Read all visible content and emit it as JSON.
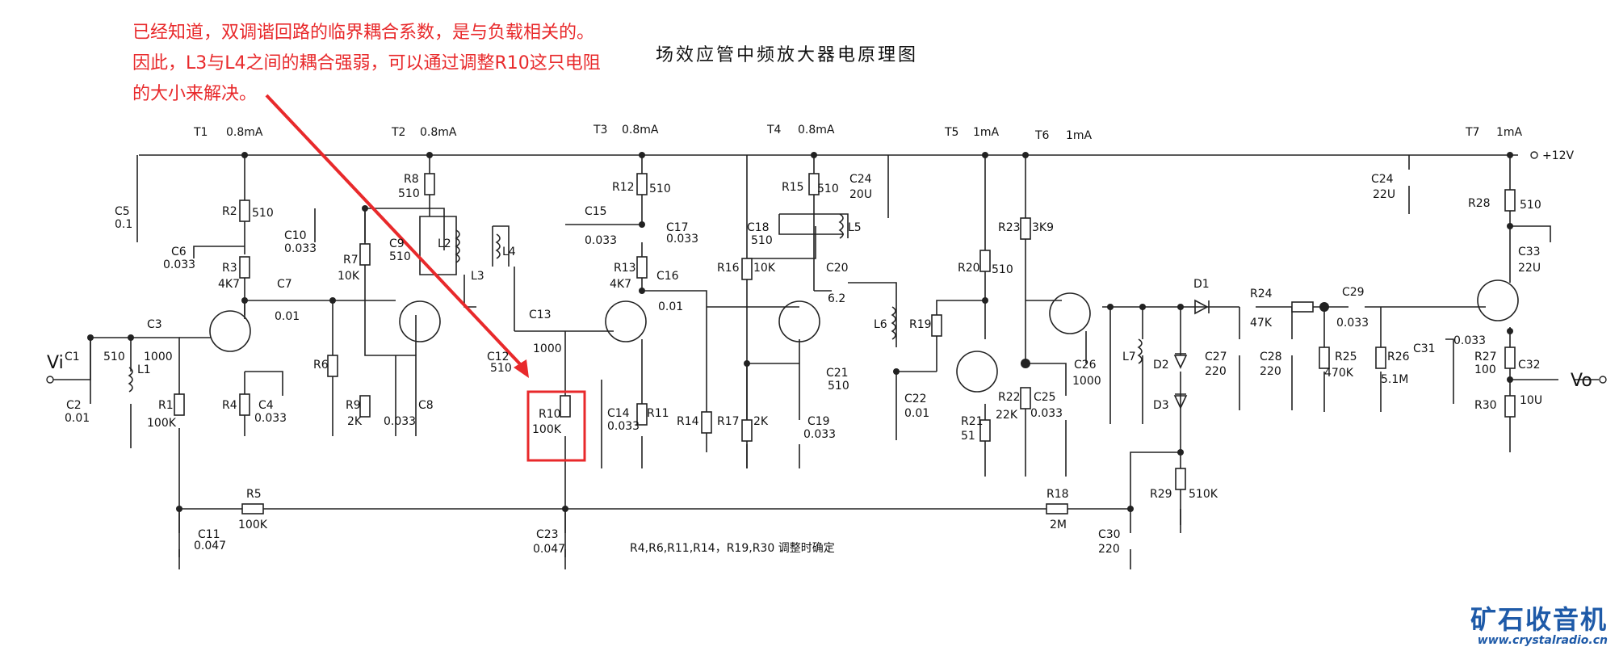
{
  "note": {
    "line1": "已经知道，双调谐回路的临界耦合系数，是与负载相关的。",
    "line2": "因此，L3与L4之间的耦合强弱，可以通过调整R10这只电阻",
    "line3": "的大小来解决。"
  },
  "title": "场效应管中频放大器电原理图",
  "adjust_note": "R4,R6,R11,R14，R19,R30 调整时确定",
  "brand": "矿石收音机",
  "website": "www.crystalradio.cn",
  "transistors": [
    {
      "name": "T1",
      "current": "0.8mA"
    },
    {
      "name": "T2",
      "current": "0.8mA"
    },
    {
      "name": "T3",
      "current": "0.8mA"
    },
    {
      "name": "T4",
      "current": "0.8mA"
    },
    {
      "name": "T5",
      "current": "1mA"
    },
    {
      "name": "T6",
      "current": "1mA"
    },
    {
      "name": "T7",
      "current": "1mA"
    }
  ],
  "supply": "+12V",
  "input_label": "Vi",
  "output_label": "Vo",
  "highlight": {
    "name": "R10",
    "value": "100K",
    "color": "#e8292b"
  },
  "components": {
    "C1": {
      "name": "C1",
      "value": "510"
    },
    "C2": {
      "name": "C2",
      "value": "0.01"
    },
    "L1": {
      "name": "L1",
      "value": ""
    },
    "C3": {
      "name": "C3",
      "value": "1000"
    },
    "R1": {
      "name": "R1",
      "value": "100K"
    },
    "C5": {
      "name": "C5",
      "value": "0.1"
    },
    "R2": {
      "name": "R2",
      "value": "510"
    },
    "C6": {
      "name": "C6",
      "value": "0.033"
    },
    "R3": {
      "name": "R3",
      "value": "4K7"
    },
    "C7": {
      "name": "C7",
      "value": "0.01"
    },
    "R4": {
      "name": "R4",
      "value": ""
    },
    "C4": {
      "name": "C4",
      "value": "0.033"
    },
    "C10": {
      "name": "C10",
      "value": "0.033"
    },
    "R7": {
      "name": "R7",
      "value": "10K"
    },
    "R6": {
      "name": "R6",
      "value": ""
    },
    "R9": {
      "name": "R9",
      "value": "2K"
    },
    "C8": {
      "name": "C8",
      "value": "0.033"
    },
    "R8": {
      "name": "R8",
      "value": "510"
    },
    "C9": {
      "name": "C9",
      "value": "510"
    },
    "L2": {
      "name": "L2",
      "value": ""
    },
    "L3": {
      "name": "L3",
      "value": ""
    },
    "L4": {
      "name": "L4",
      "value": ""
    },
    "C12": {
      "name": "C12",
      "value": "510"
    },
    "C13": {
      "name": "C13",
      "value": "1000"
    },
    "R10": {
      "name": "R10",
      "value": "100K"
    },
    "C15": {
      "name": "C15",
      "value": "0.033"
    },
    "R12": {
      "name": "R12",
      "value": "510"
    },
    "R13": {
      "name": "R13",
      "value": "4K7"
    },
    "C16": {
      "name": "C16",
      "value": "0.01"
    },
    "C14": {
      "name": "C14",
      "value": "0.033"
    },
    "R11": {
      "name": "R11",
      "value": ""
    },
    "R14": {
      "name": "R14",
      "value": ""
    },
    "C17": {
      "name": "C17",
      "value": "0.033"
    },
    "R15": {
      "name": "R15",
      "value": "510"
    },
    "C18": {
      "name": "C18",
      "value": "510"
    },
    "L5": {
      "name": "L5",
      "value": ""
    },
    "R16": {
      "name": "R16",
      "value": "10K"
    },
    "R17": {
      "name": "R17",
      "value": "2K"
    },
    "C19": {
      "name": "C19",
      "value": "0.033"
    },
    "C20": {
      "name": "C20",
      "value": "6.2"
    },
    "C21": {
      "name": "C21",
      "value": "510"
    },
    "L6": {
      "name": "L6",
      "value": ""
    },
    "C22": {
      "name": "C22",
      "value": "0.01"
    },
    "C24a": {
      "name": "C24",
      "value": "20U"
    },
    "R19": {
      "name": "R19",
      "value": ""
    },
    "R20": {
      "name": "R20",
      "value": "510"
    },
    "R21": {
      "name": "R21",
      "value": "51"
    },
    "R23": {
      "name": "R23",
      "value": "3K9"
    },
    "R22": {
      "name": "R22",
      "value": "22K"
    },
    "C25": {
      "name": "C25",
      "value": "0.033"
    },
    "C26": {
      "name": "C26",
      "value": "1000"
    },
    "L7": {
      "name": "L7",
      "value": ""
    },
    "D1": {
      "name": "D1",
      "value": ""
    },
    "D2": {
      "name": "D2",
      "value": ""
    },
    "D3": {
      "name": "D3",
      "value": ""
    },
    "R24": {
      "name": "R24",
      "value": "47K"
    },
    "C27": {
      "name": "C27",
      "value": "220"
    },
    "C28": {
      "name": "C28",
      "value": "220"
    },
    "R25": {
      "name": "R25",
      "value": "470K"
    },
    "C29": {
      "name": "C29",
      "value": "0.033"
    },
    "R26": {
      "name": "R26",
      "value": "5.1M"
    },
    "C31": {
      "name": "C31",
      "value": "0.033"
    },
    "R29": {
      "name": "R29",
      "value": "510K"
    },
    "C24b": {
      "name": "C24",
      "value": "22U"
    },
    "R28": {
      "name": "R28",
      "value": "510"
    },
    "C33": {
      "name": "C33",
      "value": "22U"
    },
    "R27": {
      "name": "R27",
      "value": "100"
    },
    "C32": {
      "name": "C32",
      "value": "10U"
    },
    "R30": {
      "name": "R30",
      "value": ""
    },
    "R5": {
      "name": "R5",
      "value": "100K"
    },
    "C11": {
      "name": "C11",
      "value": "0.047"
    },
    "C23": {
      "name": "C23",
      "value": "0.047"
    },
    "R18": {
      "name": "R18",
      "value": "2M"
    },
    "C30": {
      "name": "C30",
      "value": "220"
    }
  }
}
